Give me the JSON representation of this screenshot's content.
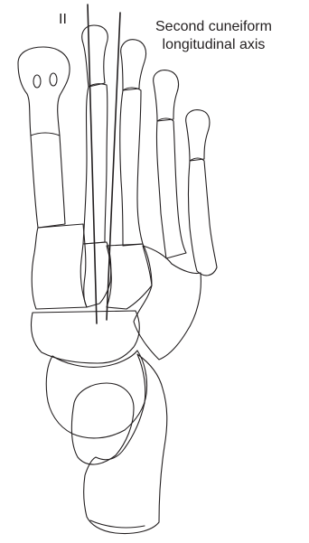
{
  "labels": {
    "ray": "II",
    "axis_line1": "Second cuneiform",
    "axis_line2": "longitudinal axis"
  },
  "colors": {
    "ink": "#231f20",
    "background": "#ffffff"
  }
}
